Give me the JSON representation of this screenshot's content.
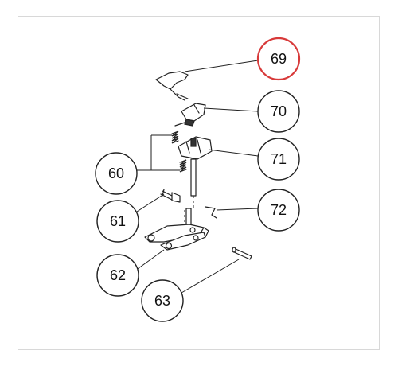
{
  "callouts": {
    "c60": {
      "label": "60"
    },
    "c61": {
      "label": "61"
    },
    "c62": {
      "label": "62"
    },
    "c63": {
      "label": "63"
    },
    "c69": {
      "label": "69"
    },
    "c70": {
      "label": "70"
    },
    "c71": {
      "label": "71"
    },
    "c72": {
      "label": "72"
    }
  },
  "colors": {
    "highlight": "#d83a3a",
    "line": "#222222",
    "background": "#ffffff"
  }
}
